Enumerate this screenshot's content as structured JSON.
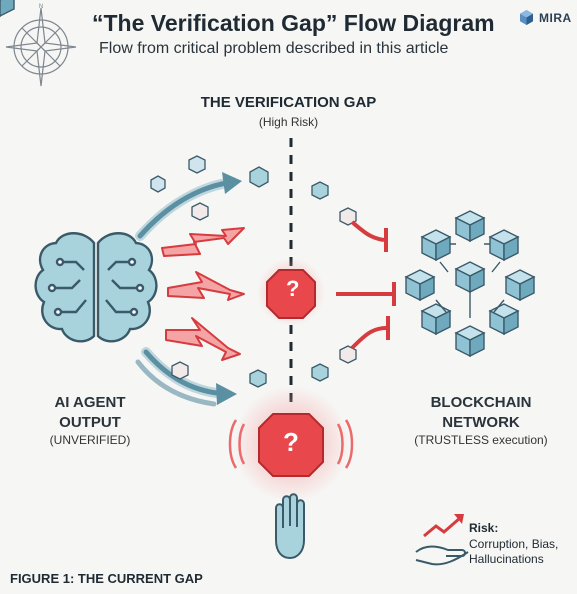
{
  "title": "“The Verification Gap” Flow Diagram",
  "subtitle": "Flow from critical problem described in this article",
  "brand": "MIRA",
  "gap": {
    "title": "THE VERIFICATION GAP",
    "risk_level": "(High Risk)"
  },
  "left": {
    "title": "AI AGENT OUTPUT",
    "status": "(UNVERIFIED)"
  },
  "right": {
    "title": "BLOCKCHAIN NETWORK",
    "status": "(TRUSTLESS execution)"
  },
  "warning_symbol": "?",
  "risk": {
    "label": "Risk:",
    "items_line1": "Corruption, Bias,",
    "items_line2": "Hallucinations"
  },
  "figure_caption": "FIGURE 1: THE CURRENT GAP",
  "icons": [
    "compass-icon",
    "brain-icon",
    "blockchain-cubes-icon",
    "hand-stop-icon",
    "risk-chart-hand-icon",
    "mira-logo-icon"
  ],
  "colors": {
    "danger": "#e8484b",
    "flow": "#5b8fa2",
    "network": "#8fc3d4",
    "dark": "#1f2a33"
  }
}
